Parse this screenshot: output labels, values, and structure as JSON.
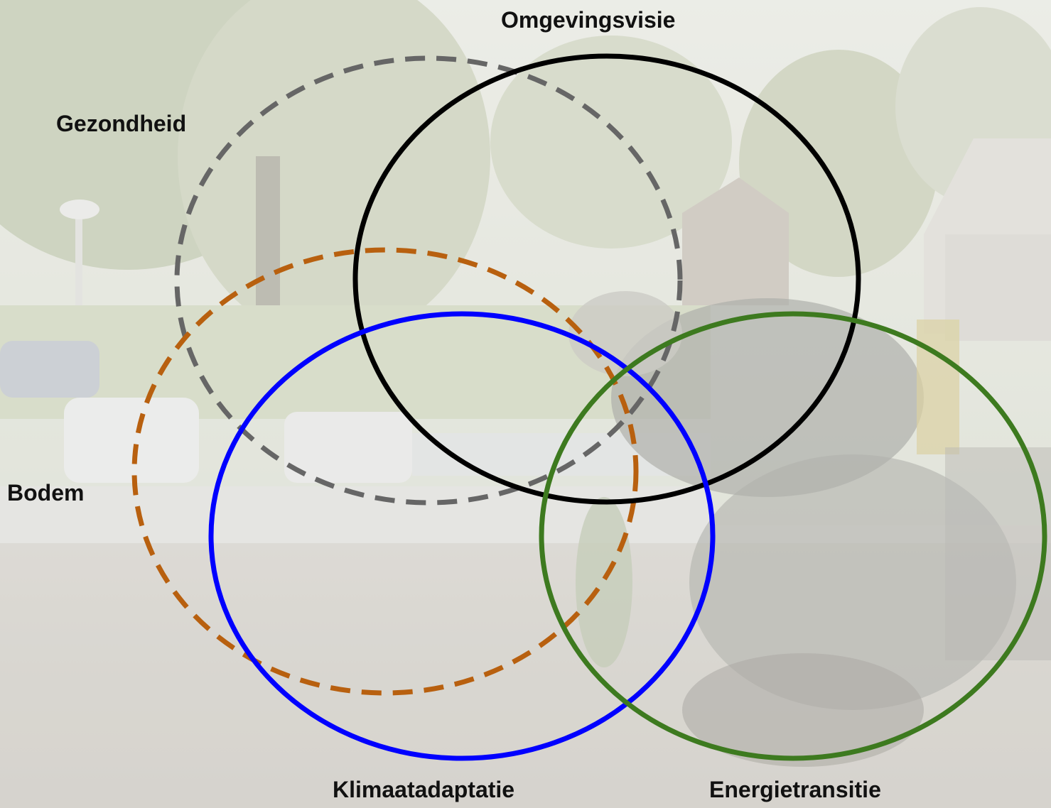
{
  "diagram": {
    "labels": {
      "omgevingsvisie": "Omgevingsvisie",
      "gezondheid": "Gezondheid",
      "bodem": "Bodem",
      "klimaatadaptatie": "Klimaatadaptatie",
      "energietransitie": "Energietransitie"
    },
    "circles": [
      {
        "name": "omgevingsvisie-circle",
        "color": "#000000",
        "style": "solid"
      },
      {
        "name": "gezondheid-circle",
        "color": "#666666",
        "style": "dashed"
      },
      {
        "name": "bodem-circle",
        "color": "#b8600f",
        "style": "dashed"
      },
      {
        "name": "klimaatadaptatie-circle",
        "color": "#0000ff",
        "style": "solid"
      },
      {
        "name": "energietransitie-circle",
        "color": "#3d7a1f",
        "style": "solid"
      }
    ]
  }
}
